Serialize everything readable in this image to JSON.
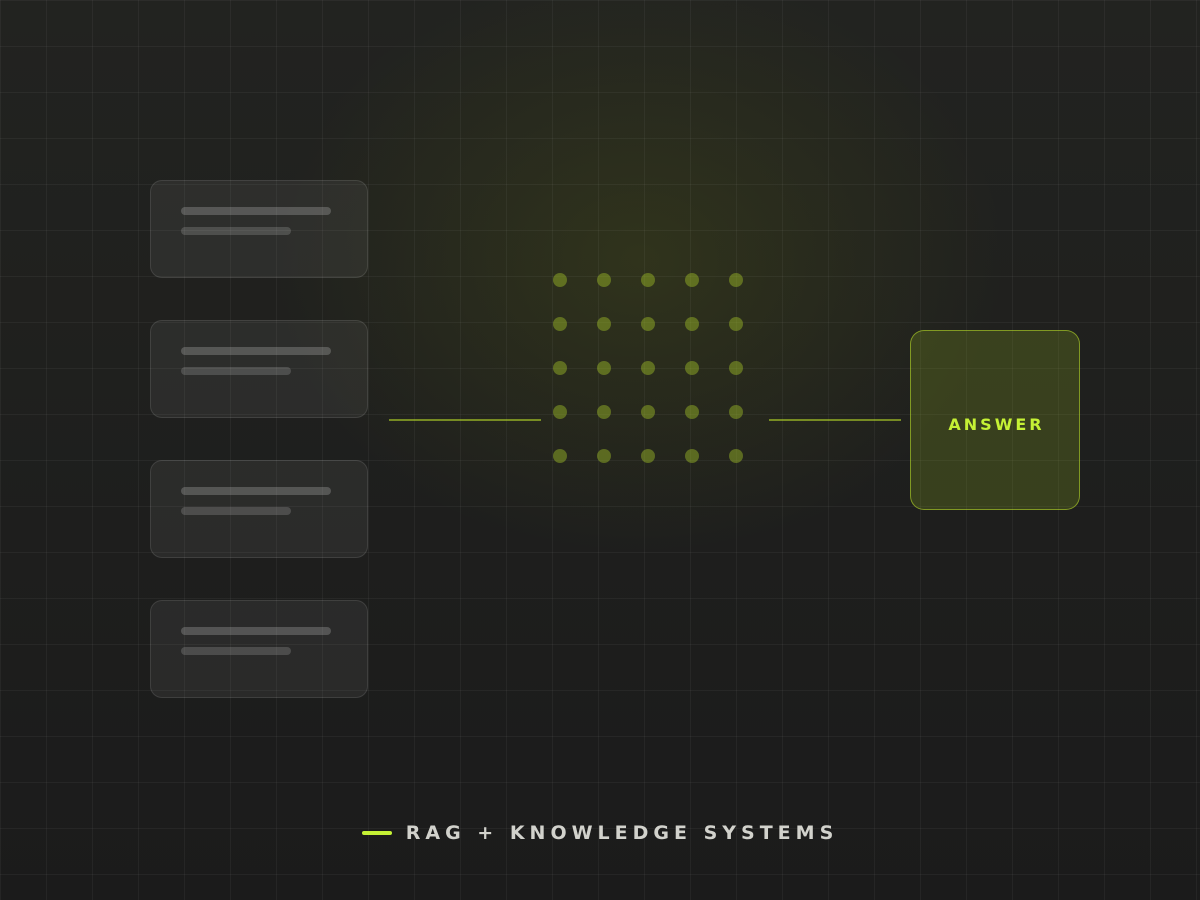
{
  "diagram": {
    "documents": [
      {
        "id": "doc-1"
      },
      {
        "id": "doc-2"
      },
      {
        "id": "doc-3"
      },
      {
        "id": "doc-4"
      }
    ],
    "matrix": {
      "rows": 5,
      "cols": 5
    },
    "output": {
      "label": "ANSWER"
    },
    "caption": "RAG + KNOWLEDGE SYSTEMS"
  },
  "colors": {
    "accent": "#c5f135",
    "background": "#1d1d1b",
    "muted_dot": "#6b7a24",
    "caption_text": "#d2d2cc"
  }
}
